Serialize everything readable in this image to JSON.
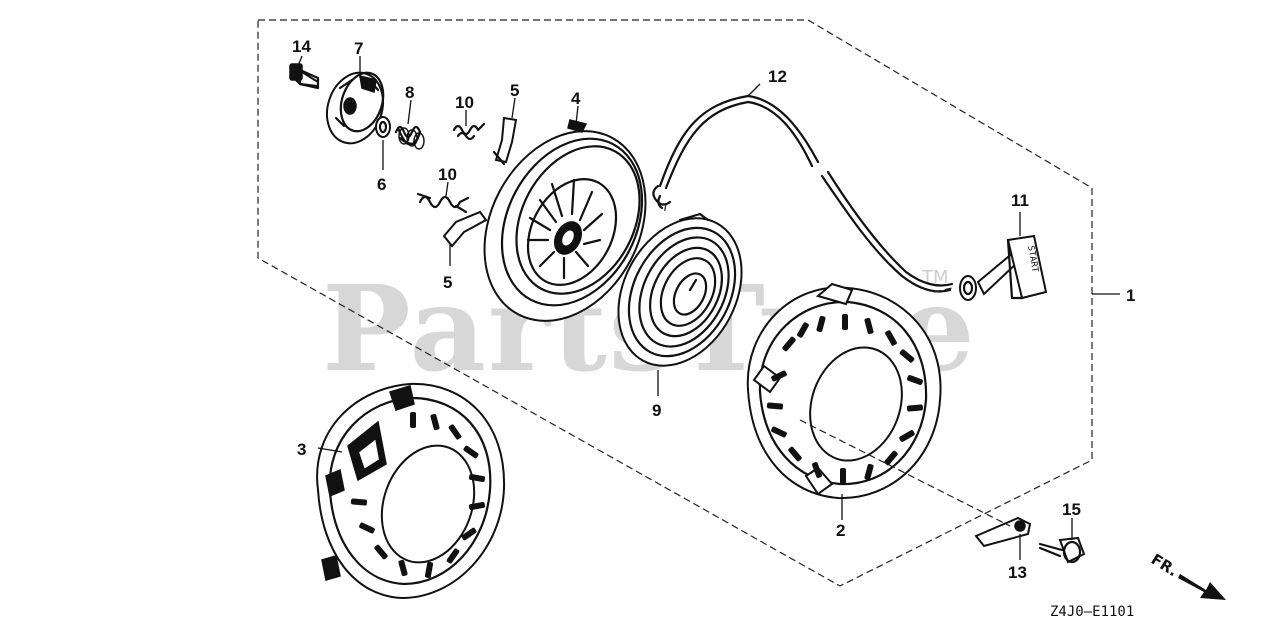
{
  "diagram": {
    "watermark": "PartsTree",
    "watermark_tm": "TM",
    "diagram_code": "Z4J0—E1101",
    "direction_label": "FR.",
    "handle_text": "START",
    "callouts": [
      "1",
      "2",
      "3",
      "4",
      "5",
      "5",
      "6",
      "7",
      "8",
      "9",
      "10",
      "10",
      "11",
      "12",
      "13",
      "14",
      "15"
    ],
    "icons": {
      "direction_arrow": "arrow-down-right-icon"
    }
  }
}
